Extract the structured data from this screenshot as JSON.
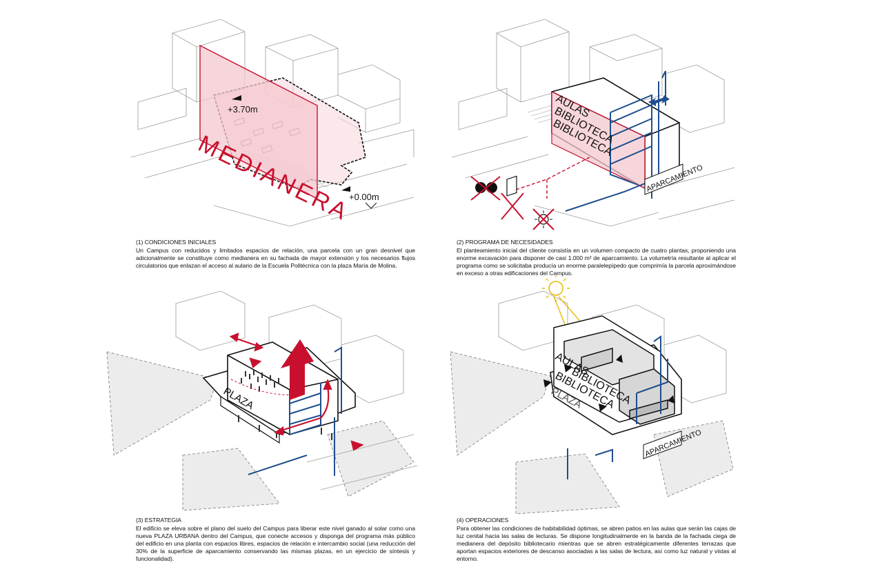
{
  "panels": [
    {
      "id": "p1",
      "title": "(1) CONDICIONES INICIALES",
      "body": "Un Campus con reducidos y limitados espacios de relación, una parcela con un gran desnivel que adicionalmente se constituye como medianera en su fachada de mayor extensión y los necesarios flujos circulatorios que enlazan el acceso al aulario de la Escuela Politécnica con la plaza María de Molina.",
      "labels": {
        "wall": "MEDIANERA",
        "level_high": "+3.70m",
        "level_low": "+0.00m"
      }
    },
    {
      "id": "p2",
      "title": "(2) PROGRAMA DE NECESIDADES",
      "body": "El planteamiento inicial del cliente consistía en un volumen compacto de cuatro plantas, proponiendo una enorme excavación para disponer de casi 1.000 m² de aparcamiento. La volumetría resultante al aplicar el programa como se solicitaba producía un enorme paralelepípedo que comprimía la parcela aproximándose en exceso a otras edificaciones del Campus.",
      "labels": {
        "floor1": "AULAS",
        "floor2": "BIBLIOTECA",
        "floor3": "BIBLIOTECA",
        "base": "APARCAMIENTO"
      }
    },
    {
      "id": "p3",
      "title": "(3) ESTRATEGIA",
      "body": "El edificio se eleva sobre el plano del suelo del Campus para liberar este nivel ganado al solar como una nueva PLAZA URBANA dentro del Campus, que conecte accesos y disponga del programa más público del edificio en una planta con espacios libres, espacios de relación e intercambio social (una reducción del 30% de la superficie de aparcamiento conservando las mismas plazas, en un ejercicio de síntesis y funcionalidad).",
      "labels": {
        "plaza": "PLAZA"
      }
    },
    {
      "id": "p4",
      "title": "(4) OPERACIONES",
      "body": "Para obtener las condiciones de habitabilidad óptimas, se abren patios en las aulas que serán las cajas de luz cenital hacia las salas de lecturas. Se dispone longitudinalmente en la banda de la fachada ciega de medianera del depósito bibliotecario mientras que se abren estratégicamente diferentes terrazas que aportan espacios exteriores de descanso asociadas a las salas de lectura, así como luz natural y vistas al entorno.",
      "labels": {
        "floor1": "AULAS",
        "floor2": "BIBLIOTECA",
        "floor3": "BIBLIOTECA",
        "plaza": "PLAZA",
        "base": "APARCAMIENTO"
      }
    }
  ],
  "colors": {
    "red": "#c8102e",
    "pink": "#f4c8cf",
    "blue": "#1f4e8c",
    "yellow": "#e8b800",
    "line": "#9a9a9a",
    "dark": "#111111"
  }
}
